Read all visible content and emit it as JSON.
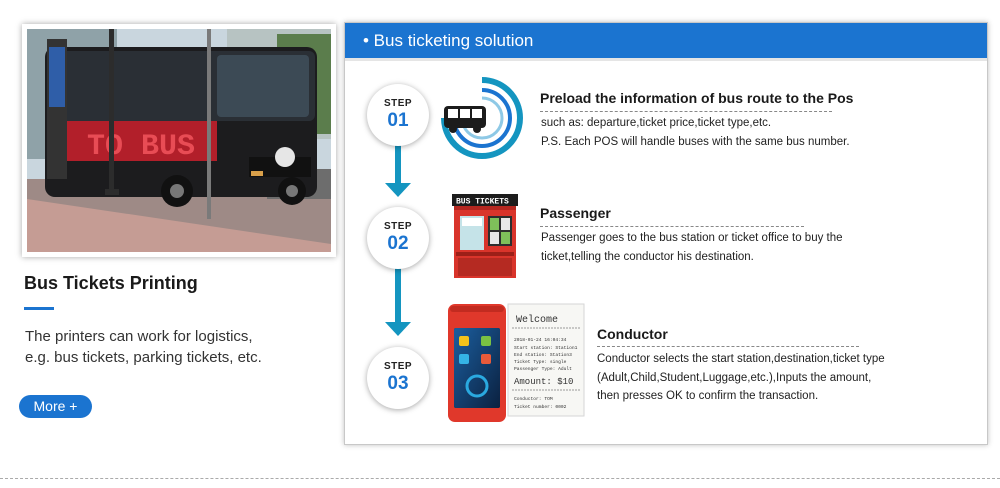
{
  "left": {
    "title": "Bus Tickets Printing",
    "description_line1": "The printers can work for logistics,",
    "description_line2": "e.g. bus tickets, parking tickets, etc.",
    "more_label": "More +",
    "photo": {
      "bus_sign_text": "TO BUS"
    }
  },
  "panel": {
    "header": "• Bus ticketing solution",
    "steps": [
      {
        "label": "STEP",
        "number": "01",
        "icon": "bus-icon",
        "title": "Preload the information of bus route to the Pos",
        "lines": [
          "such as: departure,ticket price,ticket type,etc.",
          "P.S. Each POS will handle buses with the same bus number."
        ]
      },
      {
        "label": "STEP",
        "number": "02",
        "icon": "ticket-booth-icon",
        "icon_sign": "BUS TICKETS",
        "title": "Passenger",
        "lines": [
          "Passenger goes to the bus station or ticket office to buy the",
          "ticket,telling the conductor his destination."
        ]
      },
      {
        "label": "STEP",
        "number": "03",
        "icon": "pos-terminal-icon",
        "title": "Conductor",
        "lines": [
          "Conductor selects the start station,destination,ticket type",
          "(Adult,Child,Student,Luggage,etc.),Inputs the amount,",
          "then presses OK to confirm the transaction."
        ],
        "receipt": {
          "heading": "Welcome",
          "date": "2018-01-24 16:04:34",
          "start": "Start station: Station1",
          "end": "End station:  Station3",
          "type": "Ticket Type: single",
          "passenger": "Passenger Type: Adult",
          "amount": "Amount: $10",
          "conductor": "Conductor: TOM",
          "ticket_no": "Ticket number: 0002"
        }
      }
    ]
  },
  "colors": {
    "brand_blue": "#1b74d0",
    "connector_teal": "#1495c0",
    "booth_red": "#d9342b",
    "pos_red": "#e0382b"
  }
}
